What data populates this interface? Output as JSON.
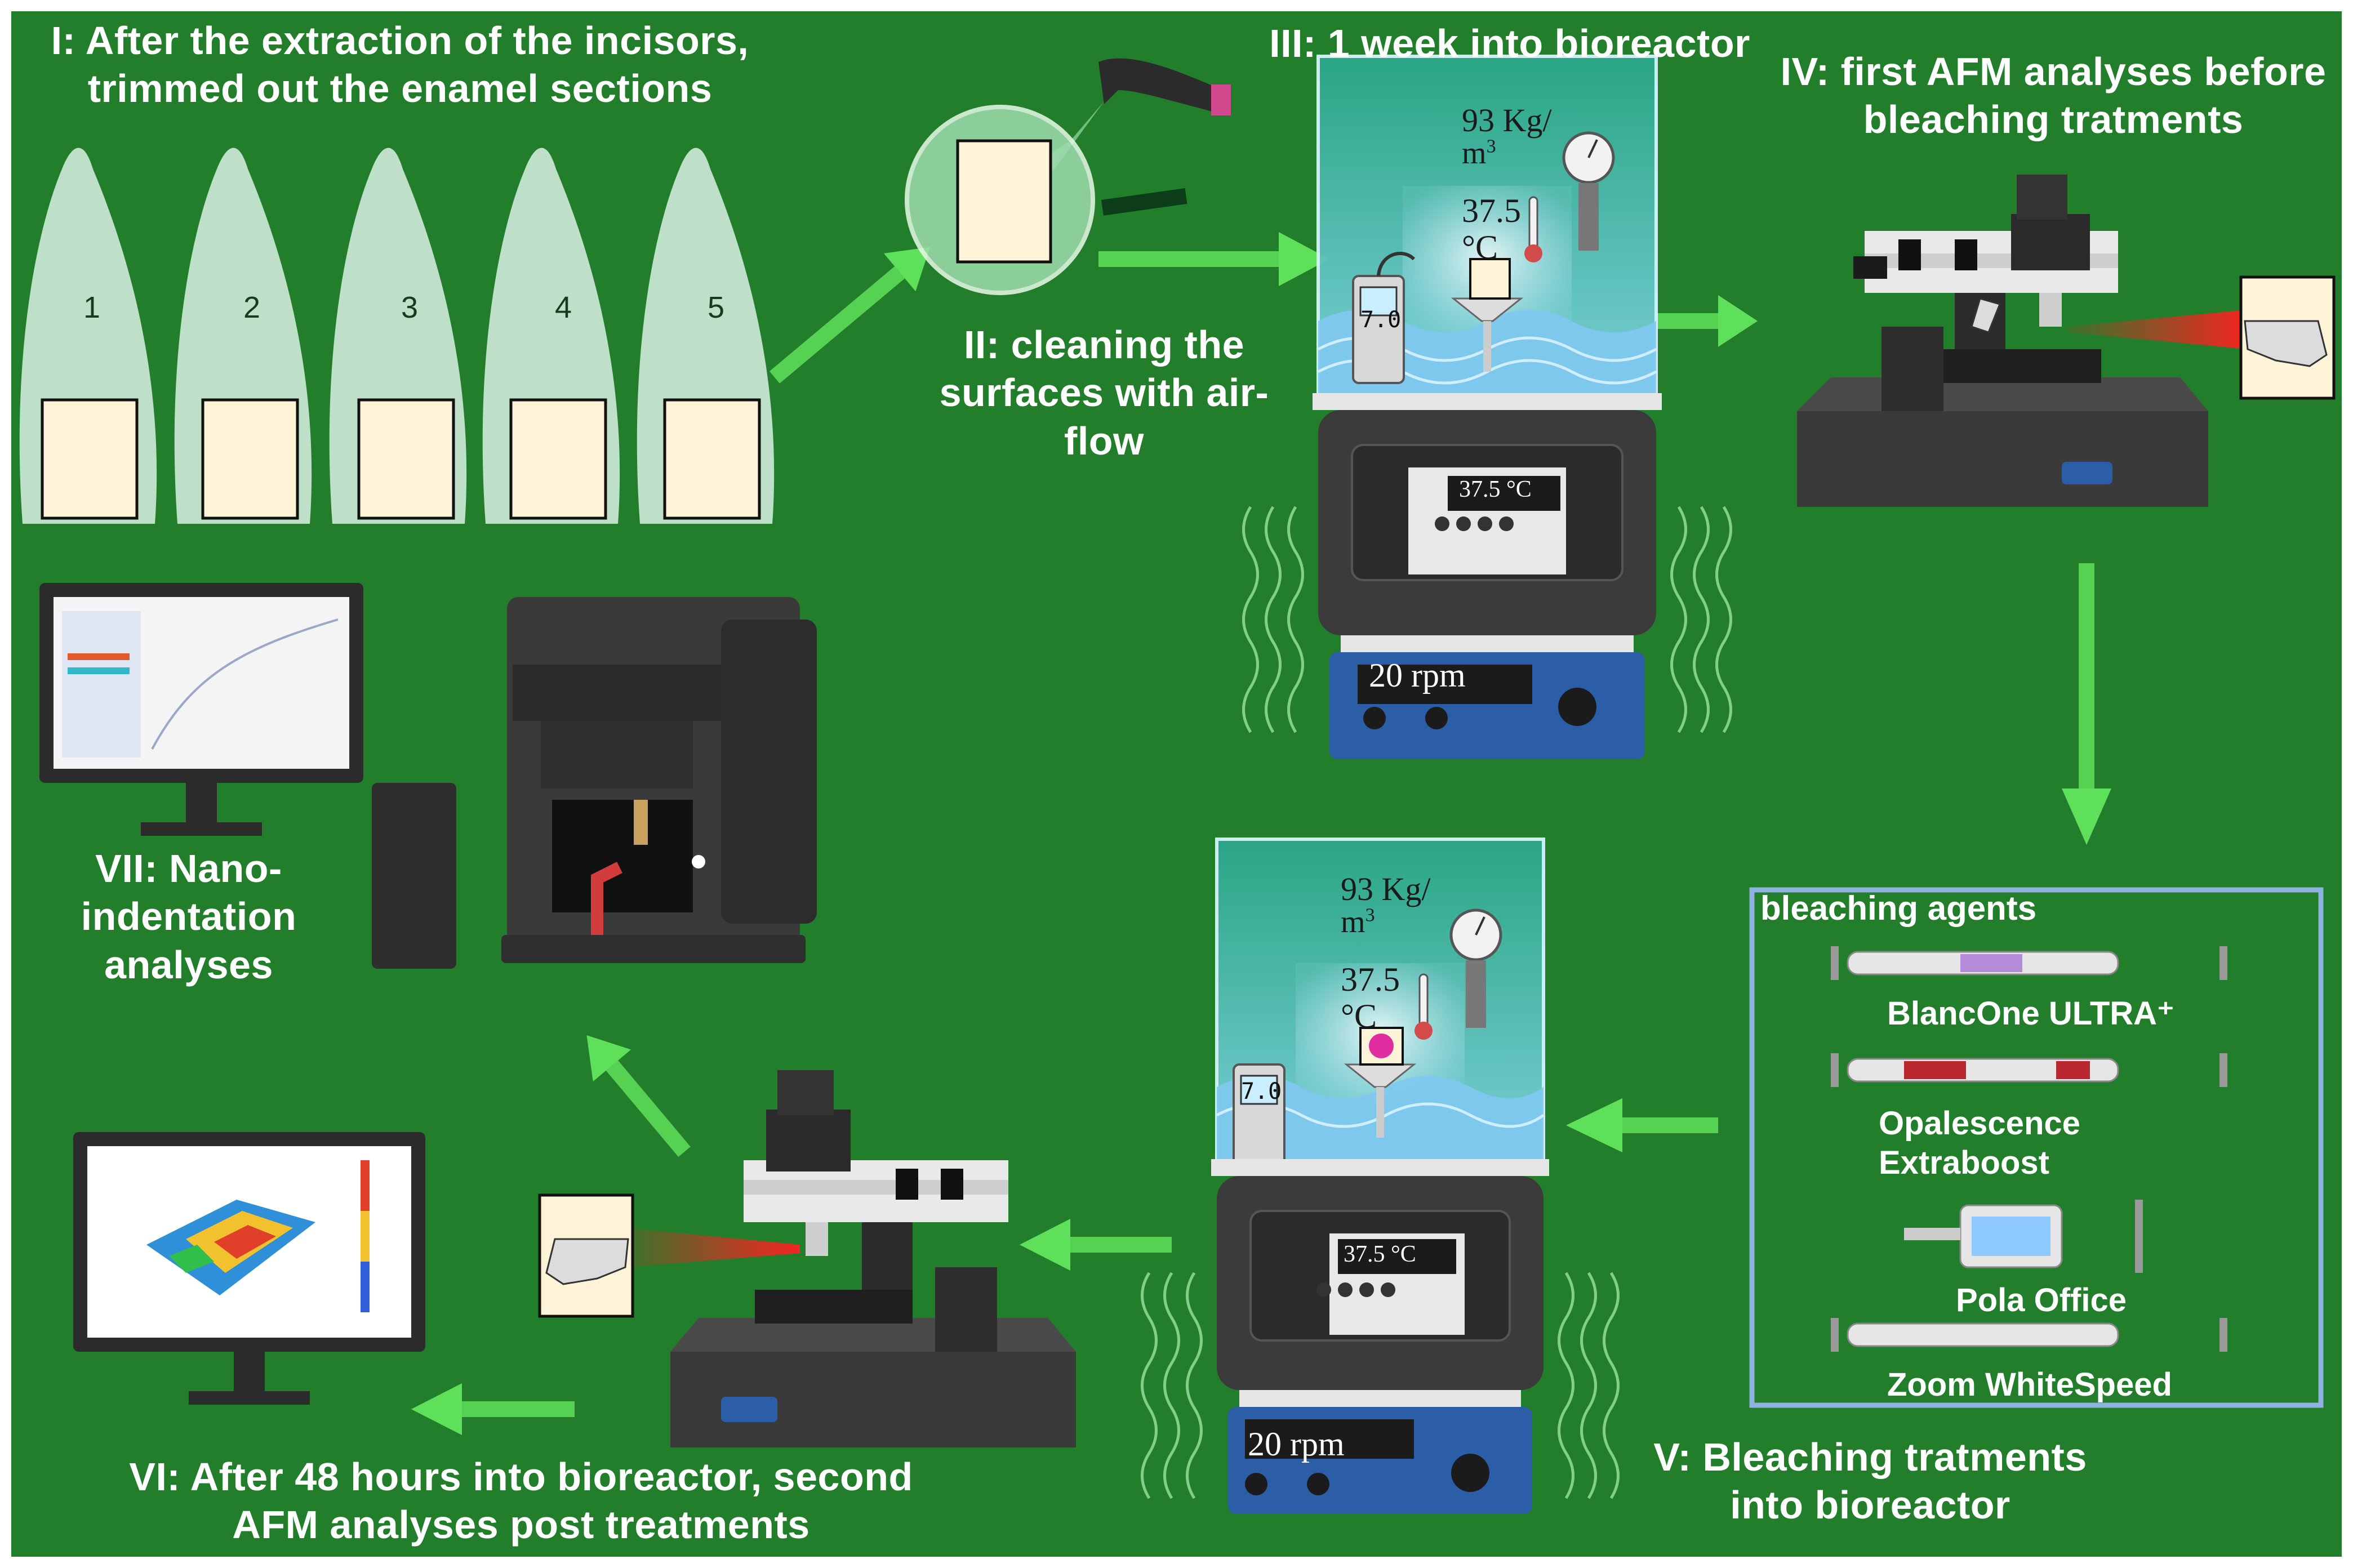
{
  "steps": {
    "s1": "I: After the extraction of the incisors, trimmed out the enamel sections",
    "s2": "II: cleaning the surfaces with air-flow",
    "s3": "III: 1 week into bioreactor",
    "s4": "IV: first AFM analyses before bleaching tratments",
    "s5": "V: Bleaching tratments into bioreactor",
    "s6": "VI: After 48 hours into bioreactor, second AFM analyses post treatments",
    "s7": "VII: Nano-indentation analyses"
  },
  "teeth": [
    "1",
    "2",
    "3",
    "4",
    "5"
  ],
  "bioreactor_top": {
    "density": "93 Kg/",
    "density_unit": "m",
    "density_exp": "3",
    "temp": "37.5",
    "temp_unit": "°C",
    "ph": "7.0",
    "display": "37.5 °C",
    "rpm": "20 rpm"
  },
  "bioreactor_bottom": {
    "density": "93 Kg/",
    "density_unit": "m",
    "density_exp": "3",
    "temp": "37.5",
    "temp_unit": "°C",
    "ph": "7.0",
    "display": "37.5 °C",
    "rpm": "20 rpm"
  },
  "agents": {
    "title": "bleaching agents",
    "items": [
      "BlancOne ULTRA⁺",
      "Opalescence Extraboost",
      "Pola Office",
      "Zoom WhiteSpeed"
    ]
  },
  "colors": {
    "background": "#237e2c",
    "arrow": "#5fe05a",
    "tooth": "#bfe0c8",
    "sample": "#fdf3d6",
    "panel_border": "#8fb3e0"
  }
}
